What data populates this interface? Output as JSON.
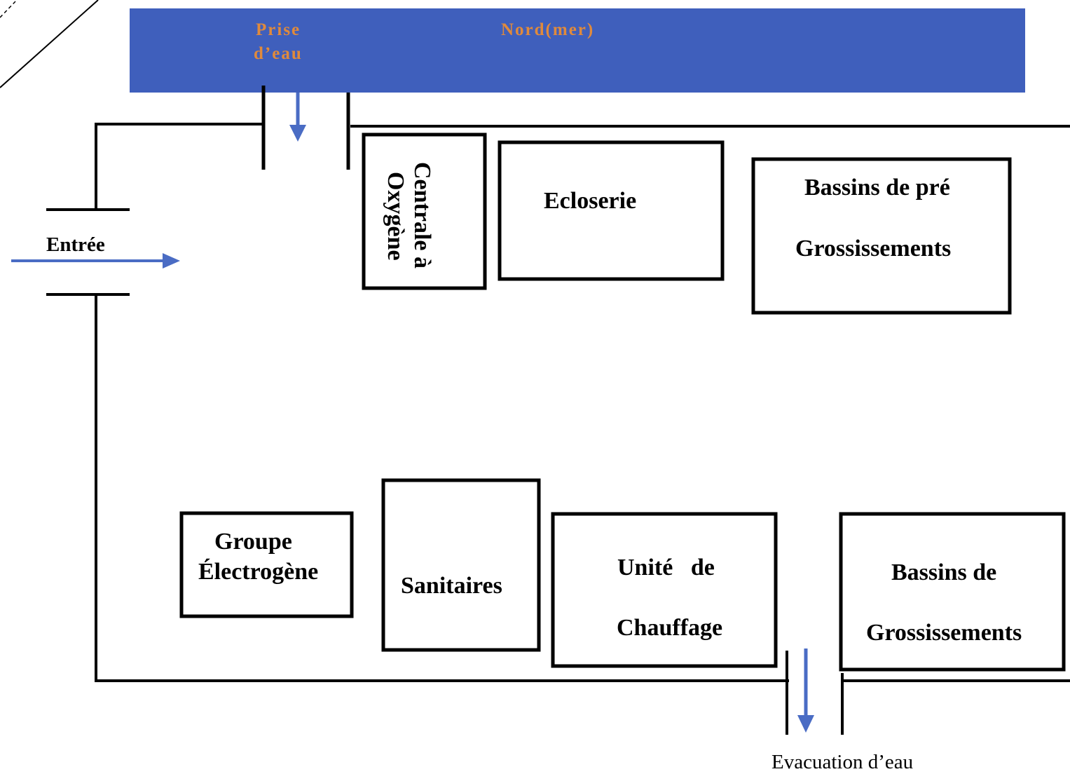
{
  "colors": {
    "sea": "#3f5fbc",
    "sea_text": "#e08a3c",
    "arrow": "#4a6cc4",
    "line": "#000000"
  },
  "sea": {
    "water_intake_line1": "Prise",
    "water_intake_line2": "d’eau",
    "north": "Nord(mer)"
  },
  "entrance": {
    "label": "Entrée"
  },
  "buildings": {
    "oxygen": {
      "line1": "Centrale à",
      "line2": "Oxygène"
    },
    "hatchery": {
      "label": "Ecloserie"
    },
    "pre_growing": {
      "line1": "Bassins de pré",
      "line2": "Grossissements"
    },
    "generator": {
      "line1": "Groupe",
      "line2": "Électrogène"
    },
    "sanitary": {
      "label": "Sanitaires"
    },
    "heating": {
      "line1": "Unité   de",
      "line2": "Chauffage"
    },
    "growing": {
      "line1": "Bassins de",
      "line2": "Grossissements"
    }
  },
  "outlet": {
    "label": "Evacuation d’eau"
  }
}
